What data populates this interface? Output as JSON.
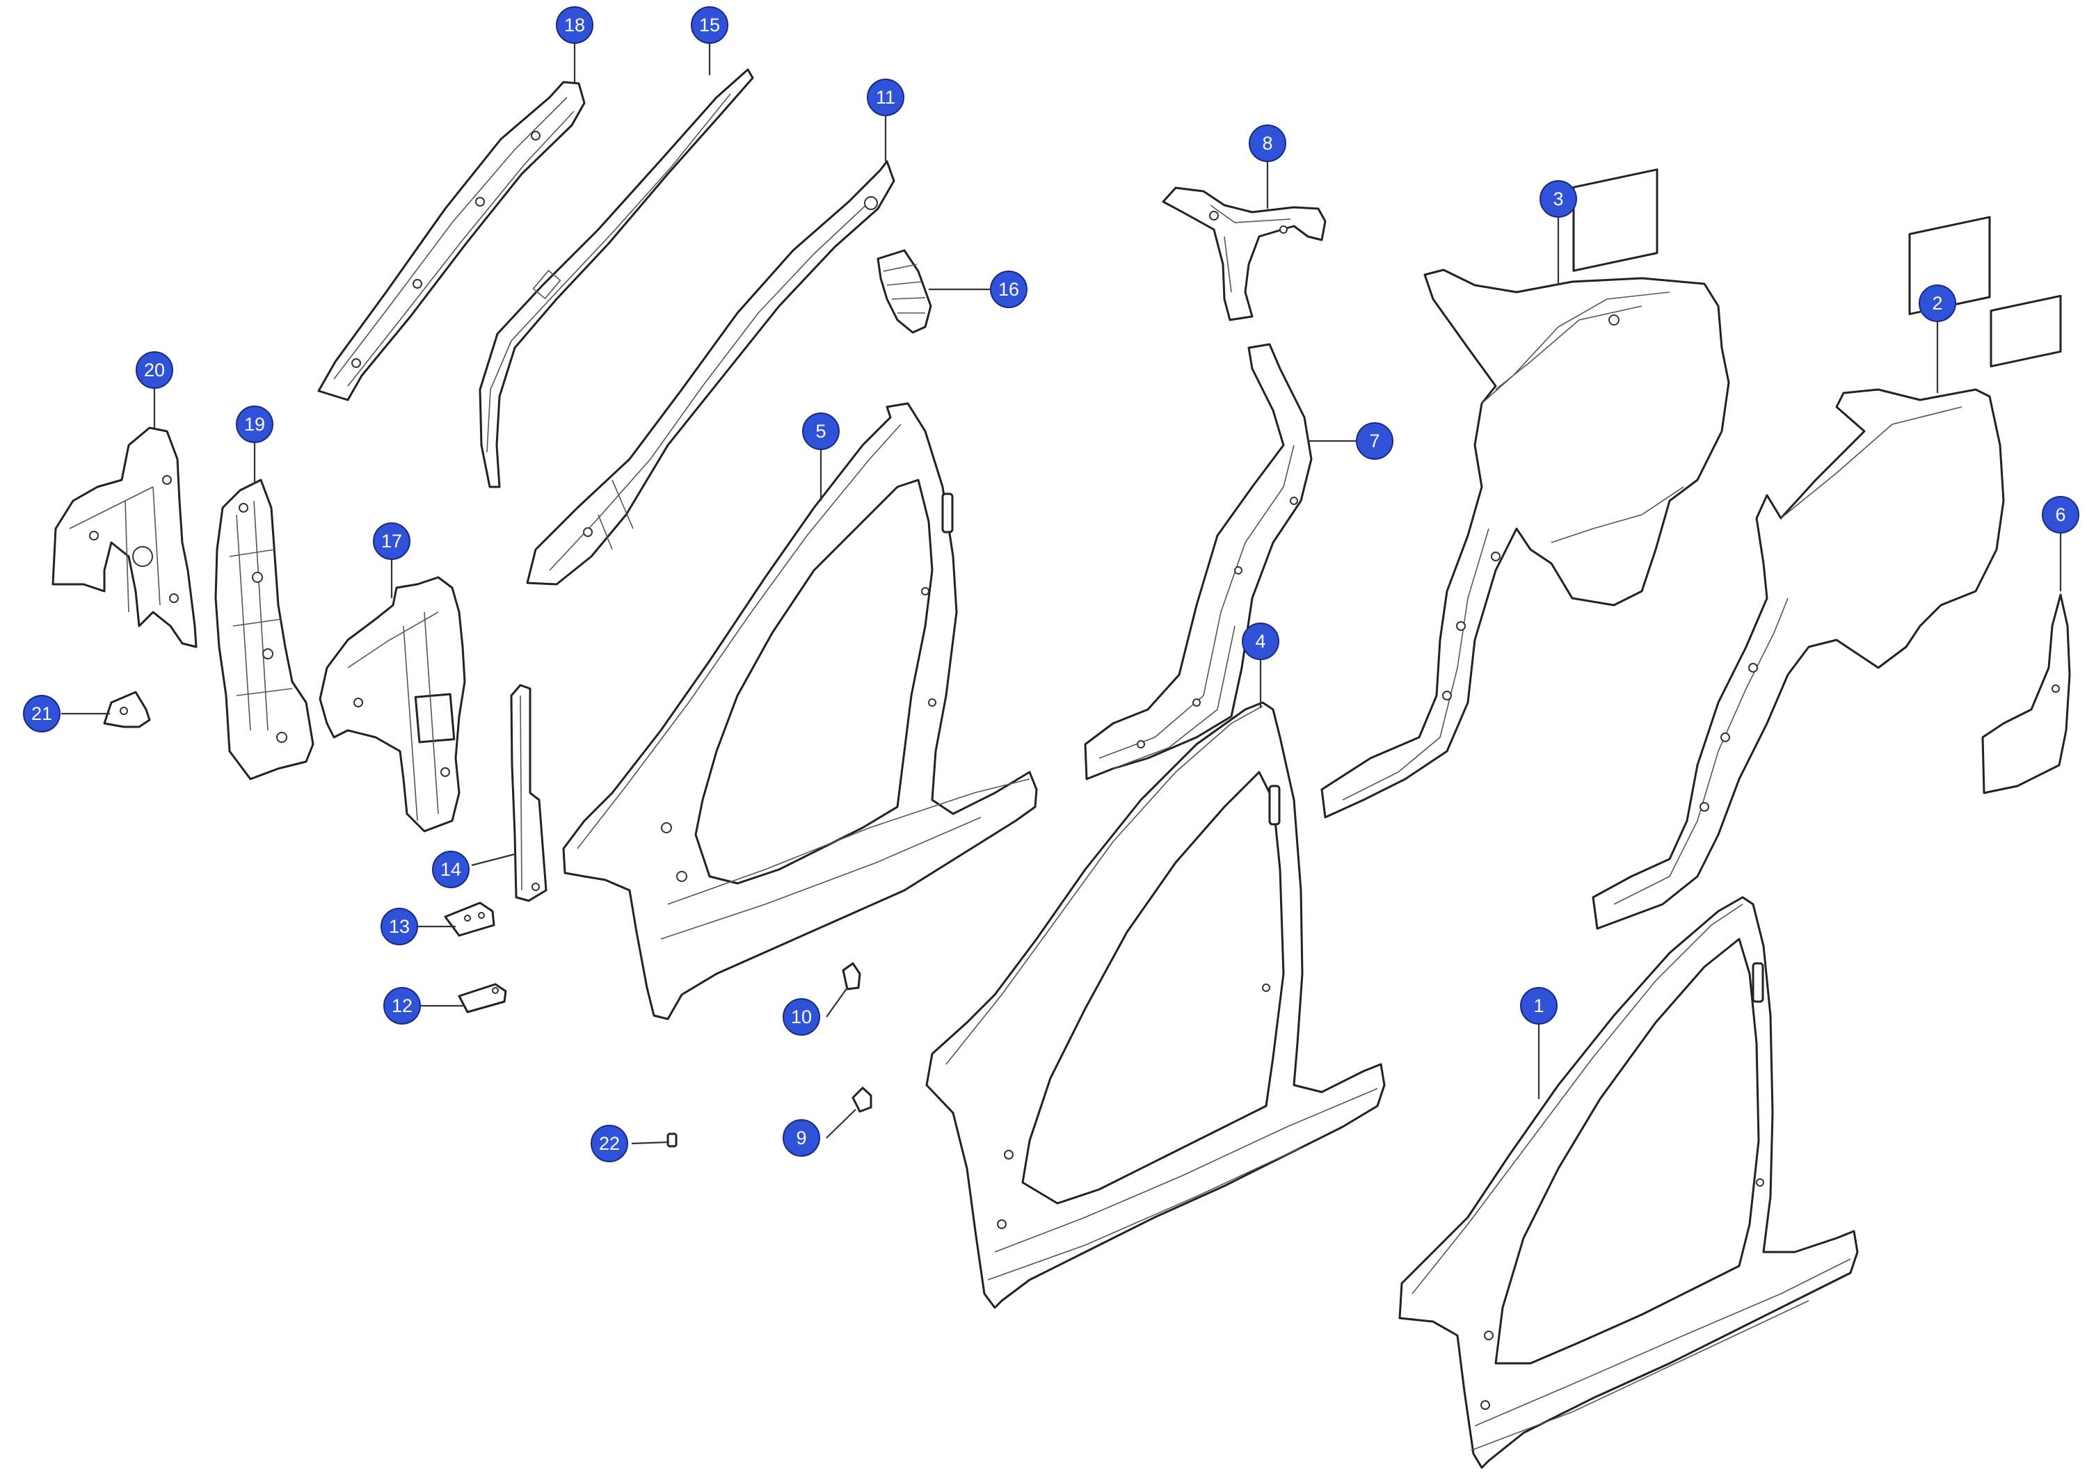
{
  "diagram": {
    "colors": {
      "background": "#ffffff",
      "line": "#222222",
      "callout_fill": "#2f52d8",
      "callout_text": "#ffffff"
    },
    "callouts": [
      {
        "id": "c18",
        "label": "18"
      },
      {
        "id": "c15",
        "label": "15"
      },
      {
        "id": "c11",
        "label": "11"
      },
      {
        "id": "c8",
        "label": "8"
      },
      {
        "id": "c3",
        "label": "3"
      },
      {
        "id": "c2",
        "label": "2"
      },
      {
        "id": "c16",
        "label": "16"
      },
      {
        "id": "c20",
        "label": "20"
      },
      {
        "id": "c19",
        "label": "19"
      },
      {
        "id": "c17",
        "label": "17"
      },
      {
        "id": "c21",
        "label": "21"
      },
      {
        "id": "c5",
        "label": "5"
      },
      {
        "id": "c7",
        "label": "7"
      },
      {
        "id": "c6",
        "label": "6"
      },
      {
        "id": "c4",
        "label": "4"
      },
      {
        "id": "c14",
        "label": "14"
      },
      {
        "id": "c13",
        "label": "13"
      },
      {
        "id": "c12",
        "label": "12"
      },
      {
        "id": "c10",
        "label": "10"
      },
      {
        "id": "c1",
        "label": "1"
      },
      {
        "id": "c9",
        "label": "9"
      },
      {
        "id": "c22",
        "label": "22"
      }
    ]
  }
}
